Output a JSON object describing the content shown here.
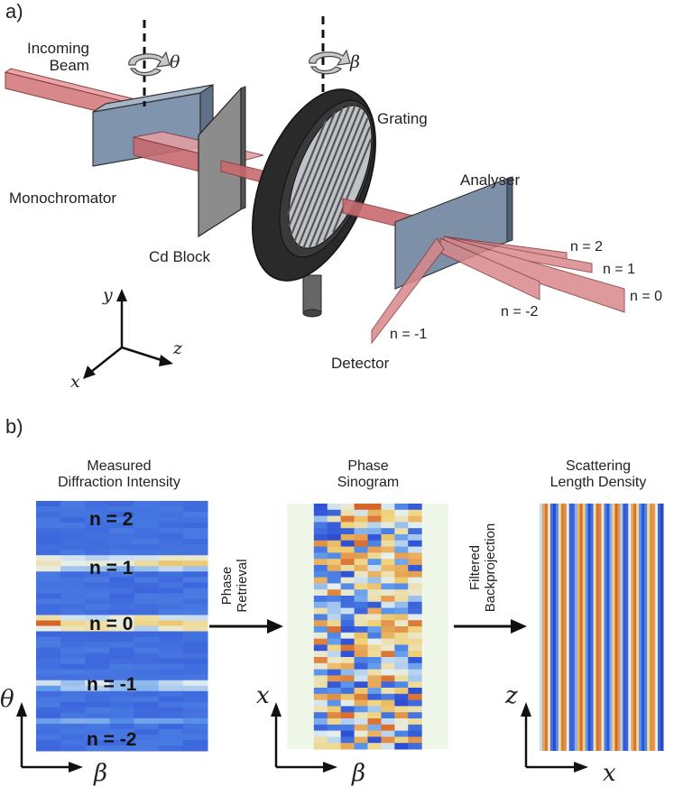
{
  "panel_a": {
    "label": "a)",
    "incoming_beam": [
      "Incoming",
      "Beam"
    ],
    "monochromator": "Monochromator",
    "cd_block": "Cd Block",
    "grating": "Grating",
    "analyser": "Analyser",
    "detector": "Detector",
    "theta": "θ",
    "beta": "β",
    "orders": [
      "n = 2",
      "n = 1",
      "n = 0",
      "n = -2",
      "n = -1"
    ],
    "axes": {
      "x": "x",
      "y": "y",
      "z": "z"
    }
  },
  "panel_b": {
    "label": "b)",
    "intensity_title": [
      "Measured",
      "Diffraction Intensity"
    ],
    "phase_title": [
      "Phase",
      "Sinogram"
    ],
    "sld_title": [
      "Scattering",
      "Length Density"
    ],
    "arrow1": [
      "Phase",
      "Retrieval"
    ],
    "arrow2": [
      "Filtered",
      "Backprojection"
    ],
    "intensity_orders": [
      "n = 2",
      "n = 1",
      "n = 0",
      "n = -1",
      "n = -2"
    ],
    "axes": {
      "intensity_y": "θ",
      "intensity_x": "β",
      "phase_y": "x",
      "phase_x": "β",
      "sld_y": "z",
      "sld_x": "x"
    }
  },
  "colors": {
    "beam": "#d8888a",
    "beam_edge": "#8a3a3c",
    "panel_blue": "#7d90a8",
    "ring": "#2a2a2a",
    "heat_blue": "#2f57d6",
    "heat_orange": "#e07b2a"
  }
}
